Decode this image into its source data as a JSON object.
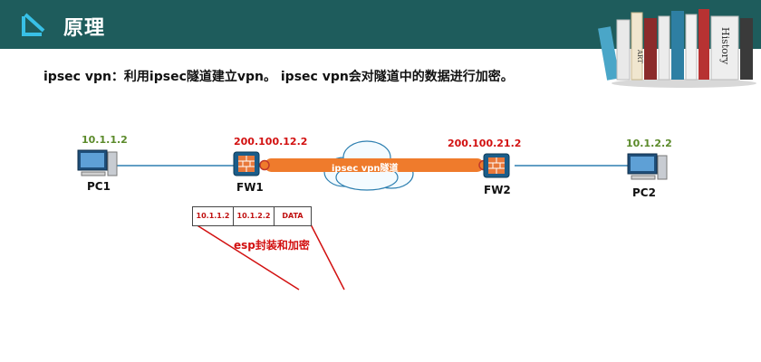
{
  "header": {
    "title": "原理",
    "icon": "arrow-down-right-icon"
  },
  "books_labels": {
    "art": "ART",
    "history": "History"
  },
  "subtitle": "ipsec vpn：利用ipsec隧道建立vpn。 ipsec vpn会对隧道中的数据进行加密。",
  "nodes": {
    "pc1": {
      "label": "PC1",
      "ip": "10.1.1.2"
    },
    "fw1": {
      "label": "FW1",
      "ip": "200.100.12.2"
    },
    "fw2": {
      "label": "FW2",
      "ip": "200.100.21.2"
    },
    "pc2": {
      "label": "PC2",
      "ip": "10.1.2.2"
    }
  },
  "tunnel": {
    "label": "ipsec vpn隧道"
  },
  "packet": {
    "cells": [
      "10.1.1.2",
      "10.1.2.2",
      "DATA"
    ]
  },
  "esp_label": "esp封装和加密",
  "colors": {
    "header_bg": "#1e5c5c",
    "ip_green": "#5b8a2a",
    "ip_red": "#d21010",
    "tunnel": "#ef7b2c",
    "link": "#2d7fb0"
  }
}
